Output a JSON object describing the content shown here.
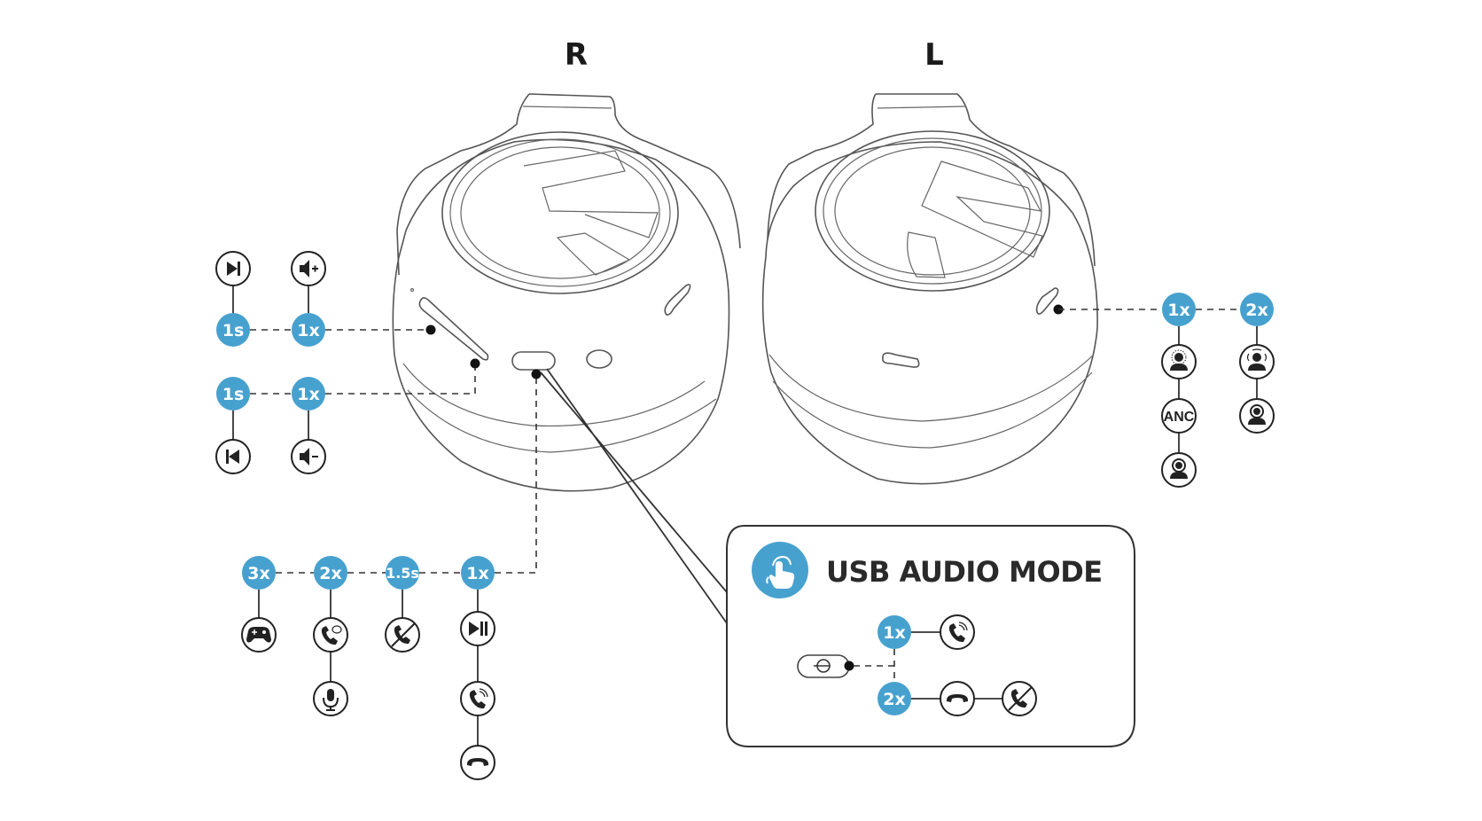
{
  "labels": {
    "right": "R",
    "left": "L"
  },
  "accent_color": "#47a1cf",
  "right_side_controls": {
    "volume_up_button": {
      "actions": [
        {
          "press": "1s",
          "result_icons": [
            "next-track-icon"
          ],
          "result": "Next track"
        },
        {
          "press": "1x",
          "result_icons": [
            "volume-up-icon"
          ],
          "result": "Volume up"
        }
      ]
    },
    "volume_down_button": {
      "actions": [
        {
          "press": "1s",
          "result_icons": [
            "previous-track-icon"
          ],
          "result": "Previous track"
        },
        {
          "press": "1x",
          "result_icons": [
            "volume-down-icon"
          ],
          "result": "Volume down"
        }
      ]
    },
    "multifunction_button": {
      "actions": [
        {
          "press": "3x",
          "result_icons": [
            "gamepad-icon"
          ],
          "result": "Game mode"
        },
        {
          "press": "2x",
          "result_icons": [
            "voice-assistant-call-icon",
            "microphone-icon"
          ],
          "result": "Voice assistant / mic"
        },
        {
          "press": "1.5s",
          "result_icons": [
            "decline-call-icon"
          ],
          "result": "Reject call"
        },
        {
          "press": "1x",
          "result_icons": [
            "play-pause-icon",
            "answer-call-icon",
            "hang-up-icon"
          ],
          "result": "Play/pause, answer, end call"
        }
      ]
    }
  },
  "left_side_controls": {
    "mode_button": {
      "actions": [
        {
          "press": "1x",
          "result_icons": [
            "transparency-icon",
            "anc-icon",
            "normal-mode-icon"
          ],
          "result": "Cycle modes"
        },
        {
          "press": "2x",
          "result_icons": [
            "ambient-boost-icon",
            "normal-mode-icon"
          ],
          "result": "Toggle mode"
        }
      ]
    },
    "anc_label": "ANC"
  },
  "usb_audio_mode": {
    "title": "USB AUDIO MODE",
    "icon": "tap-gesture-icon",
    "actions": [
      {
        "press": "1x",
        "result_icons": [
          "answer-call-icon"
        ]
      },
      {
        "press": "2x",
        "result_icons": [
          "hang-up-icon",
          "decline-call-icon"
        ]
      }
    ]
  }
}
